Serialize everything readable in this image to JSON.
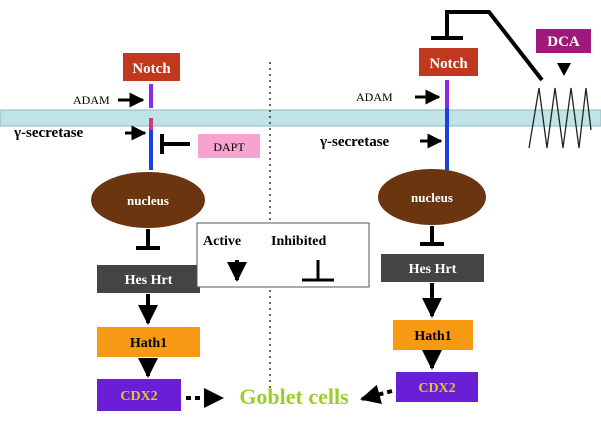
{
  "left": {
    "notch": "Notch",
    "adam": "ADAM",
    "gamma_secretase": "γ-secretase",
    "dapt": "DAPT",
    "nucleus": "nucleus",
    "hes_hrt": "Hes Hrt",
    "hath1": "Hath1",
    "cdx2": "CDX2"
  },
  "right": {
    "notch": "Notch",
    "adam": "ADAM",
    "gamma_secretase": "γ-secretase",
    "dca": "DCA",
    "nucleus": "nucleus",
    "hes_hrt": "Hes Hrt",
    "hath1": "Hath1",
    "cdx2": "CDX2"
  },
  "legend": {
    "active": "Active",
    "inhibited": "Inhibited"
  },
  "outcome": "Goblet cells",
  "colors": {
    "membrane": "#bfe3e6",
    "notch_box": "#c0391e",
    "nucleus": "#6b3510",
    "hes_box": "#444444",
    "hath1_box": "#f59a12",
    "cdx2_box": "#6a1fd6",
    "cdx2_text": "#d9cc2a",
    "dapt_box": "#f6a3cf",
    "dca_box": "#a0197a",
    "goblet_text": "#9ccc2c"
  }
}
